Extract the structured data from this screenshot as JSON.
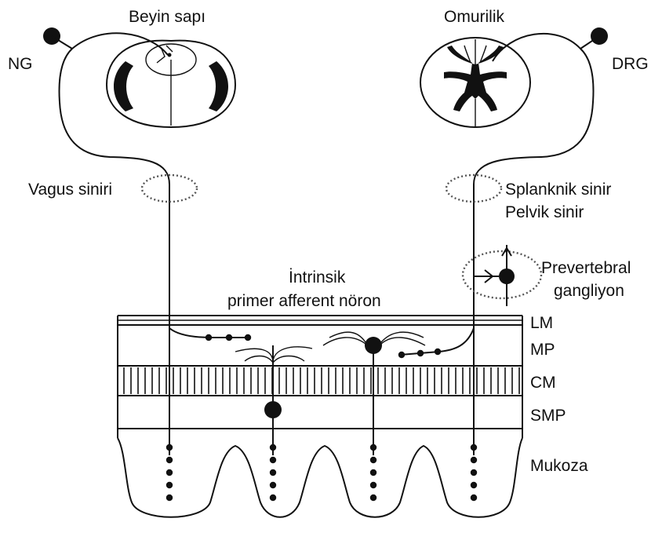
{
  "labels": {
    "ng": "NG",
    "brainstem": "Beyin sapı",
    "spinal_cord": "Omurilik",
    "drg": "DRG",
    "vagus": "Vagus siniri",
    "splanchnic": "Splanknik sinir",
    "pelvic": "Pelvik sinir",
    "intrinsic_line1": "İntrinsik",
    "intrinsic_line2": "primer afferent nöron",
    "prevertebral_line1": "Prevertebral",
    "prevertebral_line2": "gangliyon",
    "lm": "LM",
    "mp": "MP",
    "cm": "CM",
    "smp": "SMP",
    "mucosa": "Mukoza"
  }
}
